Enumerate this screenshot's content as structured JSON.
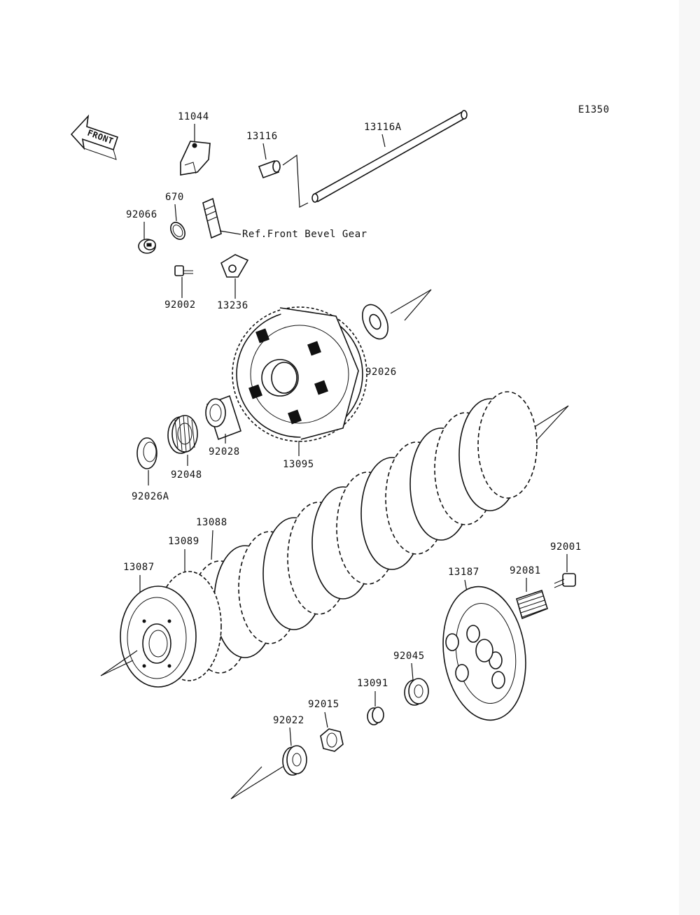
{
  "diagram_code": "E1350",
  "front_arrow_text": "FRONT",
  "reference_text": "Ref.Front Bevel Gear",
  "part_labels": {
    "p11044": "11044",
    "p13116": "13116",
    "p13116A": "13116A",
    "p670": "670",
    "p92066": "92066",
    "p92002": "92002",
    "p13236": "13236",
    "p92026": "92026",
    "p92028": "92028",
    "p92048": "92048",
    "p92026A": "92026A",
    "p13095": "13095",
    "p13088": "13088",
    "p13089": "13089",
    "p13087": "13087",
    "p13187": "13187",
    "p92081": "92081",
    "p92001": "92001",
    "p92045": "92045",
    "p13091": "13091",
    "p92015": "92015",
    "p92022": "92022"
  }
}
